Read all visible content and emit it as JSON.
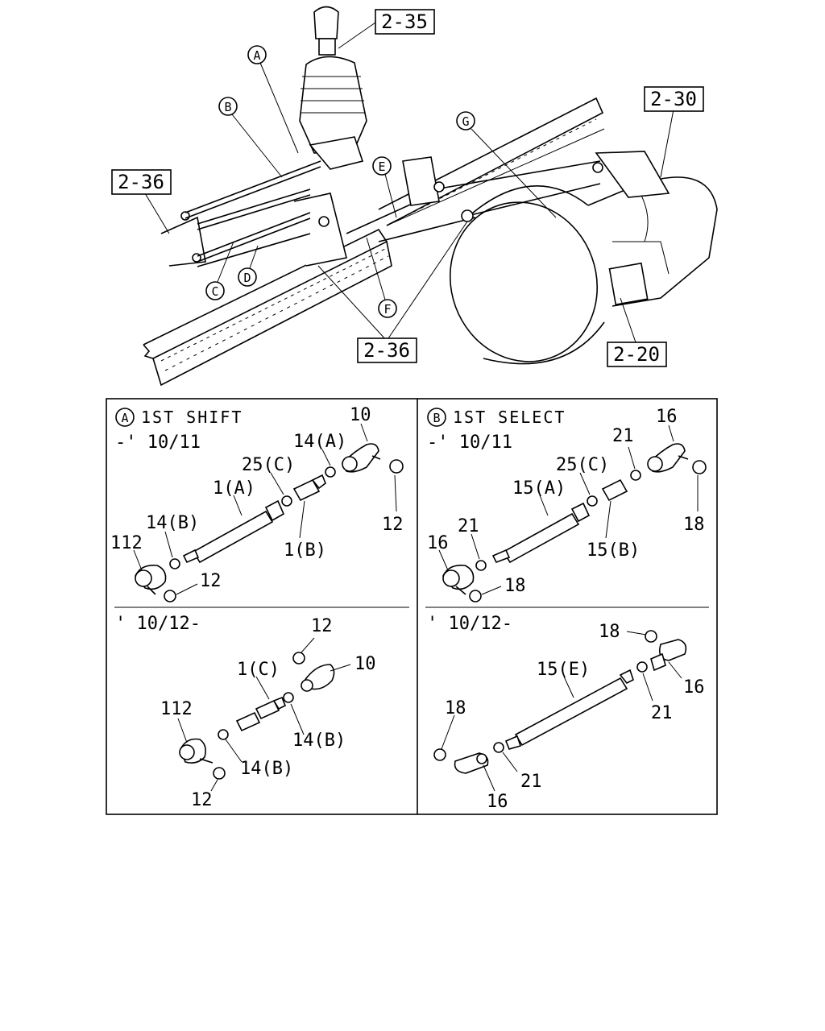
{
  "overview": {
    "callouts": [
      "2-35",
      "2-30",
      "2-36",
      "2-36",
      "2-20"
    ],
    "rod_letters": [
      "A",
      "B",
      "C",
      "D",
      "E",
      "F",
      "G"
    ]
  },
  "panels": {
    "a": {
      "marker": "A",
      "title": "1ST SHIFT",
      "period_upper": "-' 10/11",
      "period_lower": "' 10/12-",
      "upper_labels": [
        "10",
        "14(A)",
        "25(C)",
        "1(A)",
        "12",
        "14(B)",
        "1(B)",
        "112",
        "12"
      ],
      "lower_labels": [
        "12",
        "10",
        "1(C)",
        "112",
        "14(B)",
        "14(B)",
        "12"
      ]
    },
    "b": {
      "marker": "B",
      "title": "1ST SELECT",
      "period_upper": "-' 10/11",
      "period_lower": "' 10/12-",
      "upper_labels": [
        "16",
        "21",
        "25(C)",
        "15(A)",
        "18",
        "21",
        "16",
        "15(B)",
        "18"
      ],
      "lower_labels": [
        "18",
        "15(E)",
        "16",
        "21",
        "18",
        "21",
        "16"
      ]
    }
  }
}
